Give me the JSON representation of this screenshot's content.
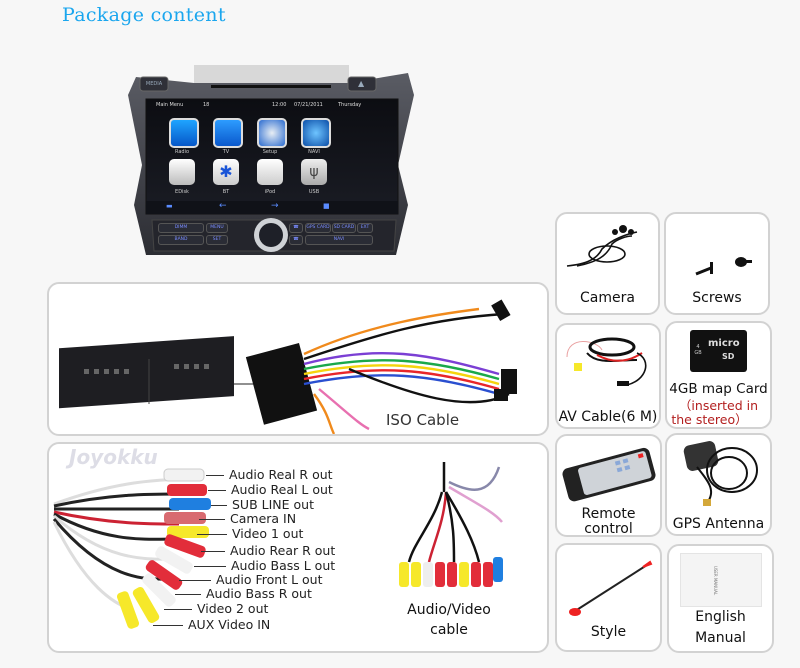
{
  "header": {
    "title": "Package content"
  },
  "stereo": {
    "status_bar": {
      "left": "Main Menu",
      "num": "18",
      "time": "12:00",
      "date": "07/21/2011",
      "day": "Thursday"
    },
    "apps": [
      "Radio",
      "TV",
      "Setup",
      "NAVI",
      "EDisk",
      "BT",
      "iPod",
      "USB"
    ],
    "top_buttons": {
      "media": "MEDIA"
    },
    "nav_icons": [
      "home-icon",
      "arrow-left-icon",
      "arrow-right-icon",
      "square-icon"
    ],
    "buttons": {
      "dimm": "DIMM",
      "mode": "M",
      "band": "BAND",
      "menu": "MENU",
      "set": "SET",
      "gps_card": "GPS CARD",
      "sd_card": "SD CARD",
      "ext": "EXT",
      "navi": "NAVI"
    }
  },
  "iso": {
    "label": "ISO Cable"
  },
  "av_cable": {
    "label_line1": "Audio/Video",
    "label_line2": "cable",
    "watermark": "Joyokku",
    "outputs": [
      "Audio Real R out",
      "Audio Real L out",
      "SUB LINE out",
      "Camera IN",
      "Video 1 out",
      "Audio Rear R out",
      "Audio Bass L  out",
      "Audio Front L   out",
      "Audio Bass R  out",
      "Video 2  out",
      "AUX Video IN"
    ]
  },
  "items": [
    {
      "label": "Camera"
    },
    {
      "label": "Screws"
    },
    {
      "label": "AV Cable(6 M)"
    },
    {
      "label": "4GB map Card",
      "note_line1": "（inserted in",
      "note_line2": "the stereo）",
      "sd_text": "micro",
      "sd_sub": "SD",
      "sd_size": "4 GB"
    },
    {
      "label_line1": "Remote",
      "label_line2": "control"
    },
    {
      "label": "GPS Antenna"
    },
    {
      "label": "Style"
    },
    {
      "label_line1": "English",
      "label_line2": "Manual",
      "manual_cover": "USER MANUAL"
    }
  ],
  "colors": {
    "title": "#1aa6ee",
    "note": "#b32020",
    "border": "#d2d2d2",
    "bg": "#f7f7f7"
  }
}
